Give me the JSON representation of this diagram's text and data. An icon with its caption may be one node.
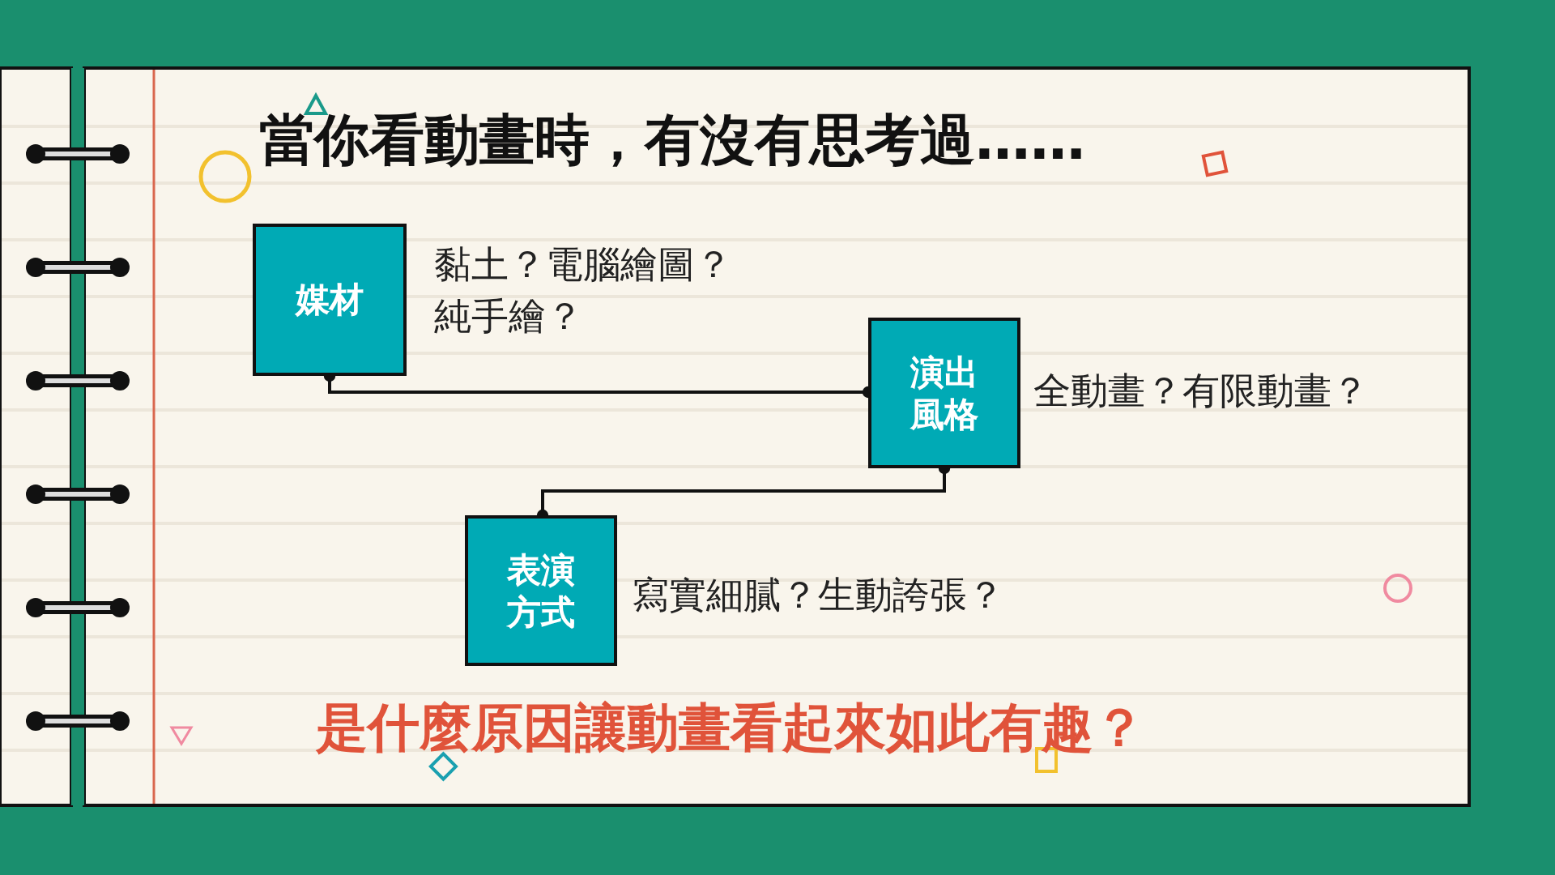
{
  "diagram": {
    "title": "當你看動畫時，有沒有思考過……",
    "nodes": [
      {
        "text": [
          "媒材"
        ],
        "beside": [
          "黏土？電腦繪圖？純手繪？"
        ]
      },
      {
        "text": [
          "演出風格"
        ],
        "beside": [
          "全動畫？有限動畫？"
        ]
      },
      {
        "text": [
          "表演方式"
        ],
        "beside": [
          "寫實細膩？生動誇張？"
        ]
      }
    ],
    "edges": [
      {
        "from": 0,
        "to": 1,
        "arrow": "other"
      },
      {
        "from": 1,
        "to": 2,
        "arrow": "other"
      }
    ],
    "labels": [
      "是什麼原因讓動畫看起來如此有趣？"
    ]
  }
}
